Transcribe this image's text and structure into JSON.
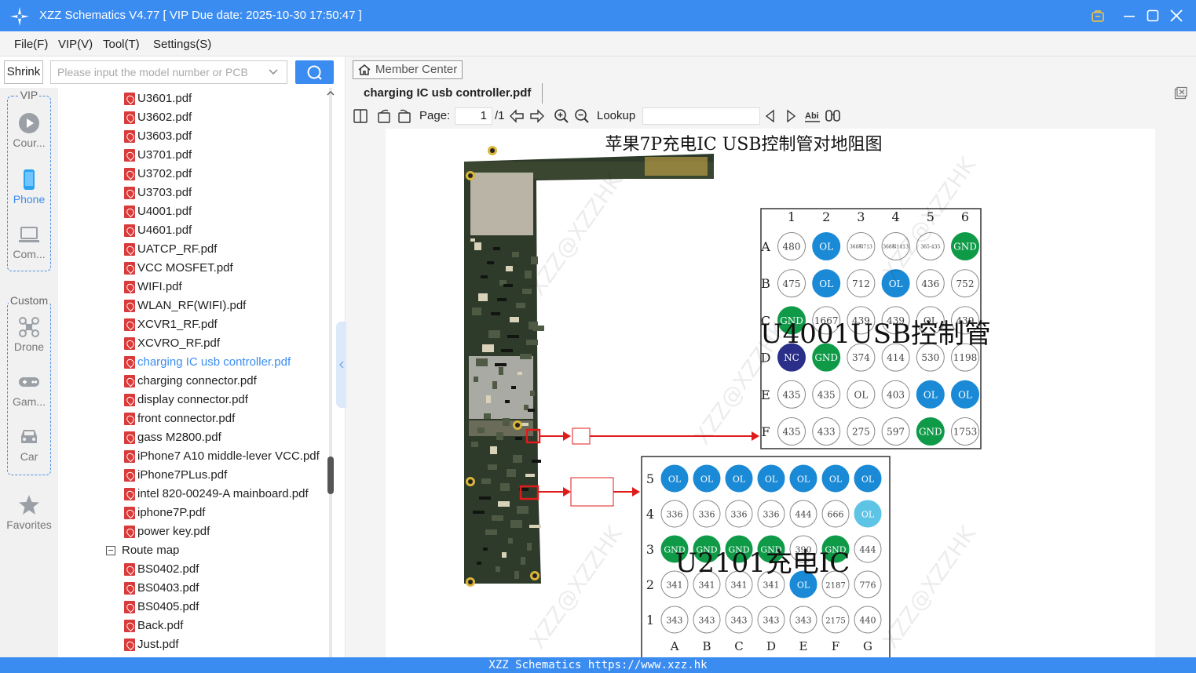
{
  "window": {
    "title": "XZZ Schematics V4.77 [ VIP Due date: 2025-10-30 17:50:47 ]"
  },
  "menu": {
    "file": "File(F)",
    "vip": "VIP(V)",
    "tool": "Tool(T)",
    "settings": "Settings(S)"
  },
  "left": {
    "shrink_label": "Shrink",
    "search_placeholder": "Please input the model number or PCB"
  },
  "sidenav": {
    "vip_group": "VIP",
    "custom_group": "Custom",
    "items": [
      {
        "label": "Cour..."
      },
      {
        "label": "Phone"
      },
      {
        "label": "Com..."
      },
      {
        "label": "Drone"
      },
      {
        "label": "Gam..."
      },
      {
        "label": "Car"
      },
      {
        "label": "Favorites"
      }
    ]
  },
  "tree": {
    "files": [
      "U3601.pdf",
      "U3602.pdf",
      "U3603.pdf",
      "U3701.pdf",
      "U3702.pdf",
      "U3703.pdf",
      "U4001.pdf",
      "U4601.pdf",
      "UATCP_RF.pdf",
      "VCC MOSFET.pdf",
      "WIFI.pdf",
      "WLAN_RF(WIFI).pdf",
      "XCVR1_RF.pdf",
      "XCVRO_RF.pdf",
      "charging IC usb controller.pdf",
      "charging connector.pdf",
      "display connector.pdf",
      "front connector.pdf",
      "gass M2800.pdf",
      "iPhone7 A10 middle-lever VCC.pdf",
      "iPhone7PLus.pdf",
      "intel 820-00249-A mainboard.pdf",
      "iphone7P.pdf",
      "power key.pdf"
    ],
    "selected": "charging IC usb controller.pdf",
    "folder": "Route map",
    "folder_files": [
      "BS0402.pdf",
      "BS0403.pdf",
      "BS0405.pdf",
      "Back.pdf",
      "Just.pdf"
    ]
  },
  "viewer": {
    "member_center": "Member Center",
    "tab": "charging IC usb controller.pdf",
    "page_label": "Page:",
    "page_value": "1",
    "page_total": "/1",
    "lookup_label": "Lookup",
    "doc": {
      "title": "苹果7P充电IC USB控制管对地阻图",
      "watermark": "XZZ@XZZHK",
      "u4001": {
        "label": "U4001USB控制管",
        "cols": [
          "1",
          "2",
          "3",
          "4",
          "5",
          "6"
        ],
        "rows": [
          {
            "r": "A",
            "v": [
              "480",
              "OL",
              "368和713",
              "368和1413",
              "365-435",
              "GND"
            ]
          },
          {
            "r": "B",
            "v": [
              "475",
              "OL",
              "712",
              "OL",
              "436",
              "752"
            ]
          },
          {
            "r": "C",
            "v": [
              "GND",
              "1667",
              "439",
              "439",
              "OL",
              "439"
            ]
          },
          {
            "r": "D",
            "v": [
              "NC",
              "GND",
              "374",
              "414",
              "530",
              "1198"
            ]
          },
          {
            "r": "E",
            "v": [
              "435",
              "435",
              "OL",
              "403",
              "OL",
              "OL"
            ]
          },
          {
            "r": "F",
            "v": [
              "435",
              "433",
              "275",
              "597",
              "GND",
              "1753"
            ]
          }
        ],
        "blue_cells": [
          "A2",
          "B2",
          "B4",
          "E5",
          "E6"
        ]
      },
      "u2101": {
        "label": "U2101充电IC",
        "cols": [
          "A",
          "B",
          "C",
          "D",
          "E",
          "F",
          "G"
        ],
        "rows": [
          {
            "r": "5",
            "v": [
              "OL",
              "OL",
              "OL",
              "OL",
              "OL",
              "OL",
              "OL"
            ]
          },
          {
            "r": "4",
            "v": [
              "336",
              "336",
              "336",
              "336",
              "444",
              "666",
              "OL"
            ]
          },
          {
            "r": "3",
            "v": [
              "GND",
              "GND",
              "GND",
              "GND",
              "390",
              "GND",
              "444"
            ]
          },
          {
            "r": "2",
            "v": [
              "341",
              "341",
              "341",
              "341",
              "OL",
              "2187",
              "776"
            ]
          },
          {
            "r": "1",
            "v": [
              "343",
              "343",
              "343",
              "343",
              "343",
              "2175",
              "440"
            ]
          }
        ]
      }
    }
  },
  "statusbar": "XZZ Schematics https://www.xzz.hk",
  "colors": {
    "accent": "#3b8cf0",
    "pad_blue": "#1b8ad6",
    "pad_green": "#0f9a48",
    "pad_navy": "#2b2f8a",
    "pad_lightblue": "#5ec4e6",
    "red": "#e01b1b"
  }
}
